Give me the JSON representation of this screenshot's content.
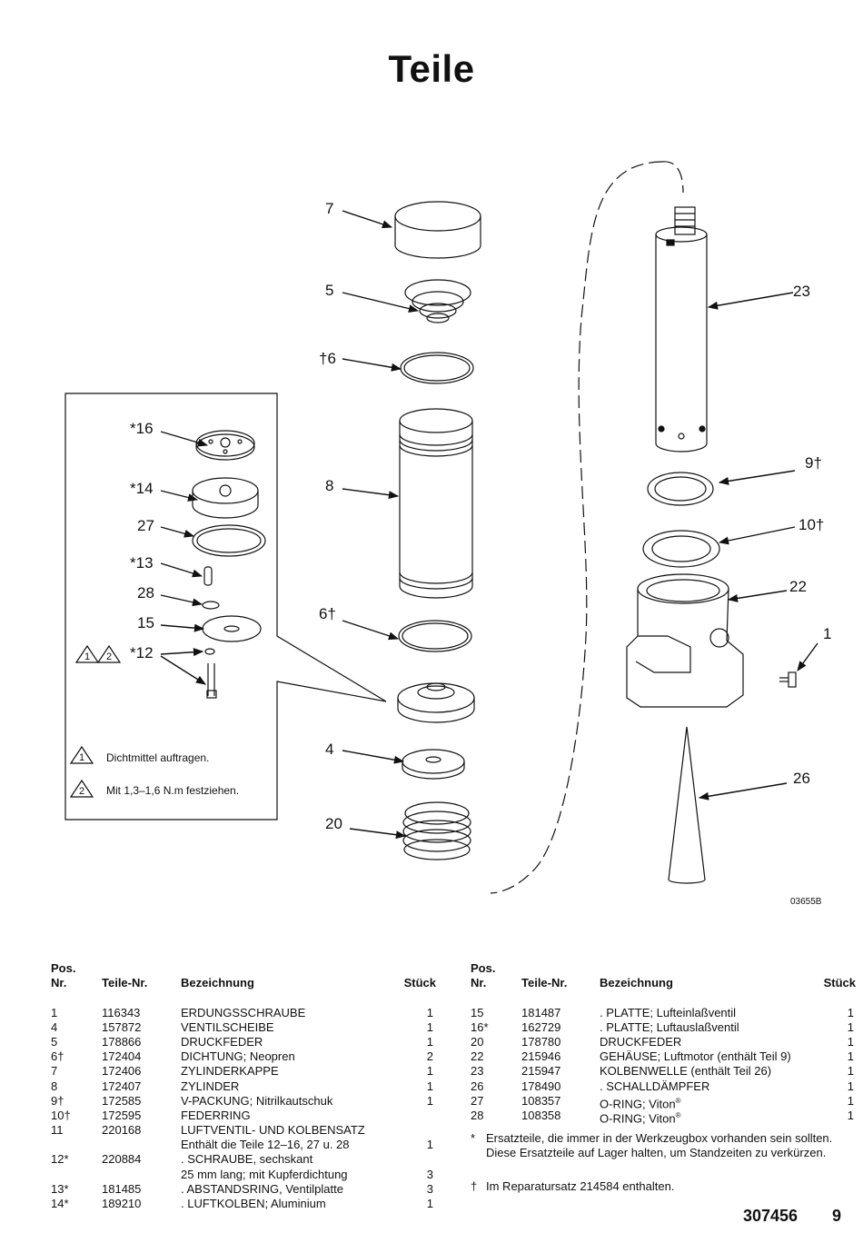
{
  "page_title": "Teile",
  "drawing": {
    "figure_id": "03655B",
    "callouts": {
      "c7": "7",
      "c5": "5",
      "c6a": "†6",
      "c8": "8",
      "c6b": "6†",
      "c4": "4",
      "c20": "20",
      "c23": "23",
      "c9": "9†",
      "c10": "10†",
      "c22": "22",
      "c1": "1",
      "c26": "26",
      "c16": "*16",
      "c14": "*14",
      "c27": "27",
      "c13": "*13",
      "c28": "28",
      "c15": "15",
      "c12": "*12"
    },
    "detail_notes": [
      {
        "symbol": "1",
        "text": "Dichtmittel auftragen."
      },
      {
        "symbol": "2",
        "text": "Mit 1,3–1,6 N.m festziehen."
      }
    ]
  },
  "table_headers": {
    "pos_line1": "Pos.",
    "pos_line2": "Nr.",
    "part_no": "Teile-Nr.",
    "description": "Bezeichnung",
    "qty": "Stück"
  },
  "left_rows": [
    {
      "pos": "1",
      "nr": "116343",
      "desc": "ERDUNGSSCHRAUBE",
      "qty": "1"
    },
    {
      "pos": "4",
      "nr": "157872",
      "desc": "VENTILSCHEIBE",
      "qty": "1"
    },
    {
      "pos": "5",
      "nr": "178866",
      "desc": "DRUCKFEDER",
      "qty": "1"
    },
    {
      "pos": "6†",
      "nr": "172404",
      "desc": "DICHTUNG; Neopren",
      "qty": "2"
    },
    {
      "pos": "7",
      "nr": "172406",
      "desc": "ZYLINDERKAPPE",
      "qty": "1"
    },
    {
      "pos": "8",
      "nr": "172407",
      "desc": "ZYLINDER",
      "qty": "1"
    },
    {
      "pos": "9†",
      "nr": "172585",
      "desc": "V-PACKUNG; Nitrilkautschuk",
      "qty": "1"
    },
    {
      "pos": "10†",
      "nr": "172595",
      "desc": "FEDERRING",
      "qty": ""
    },
    {
      "pos": "11",
      "nr": "220168",
      "desc": "LUFTVENTIL- UND KOLBENSATZ",
      "qty": ""
    },
    {
      "pos": "",
      "nr": "",
      "desc": "Enthält die Teile 12–16, 27 u. 28",
      "qty": "1"
    },
    {
      "pos": "12*",
      "nr": "220884",
      "desc": ".  SCHRAUBE, sechskant",
      "qty": ""
    },
    {
      "pos": "",
      "nr": "",
      "desc": "   25 mm lang; mit Kupferdichtung",
      "qty": "3"
    },
    {
      "pos": "13*",
      "nr": "181485",
      "desc": ".  ABSTANDSRING, Ventilplatte",
      "qty": "3"
    },
    {
      "pos": "14*",
      "nr": "189210",
      "desc": ".  LUFTKOLBEN; Aluminium",
      "qty": "1"
    }
  ],
  "right_rows": [
    {
      "pos": "15",
      "nr": "181487",
      "desc": ".  PLATTE; Lufteinlaßventil",
      "qty": "1"
    },
    {
      "pos": "16*",
      "nr": "162729",
      "desc": ".  PLATTE; Luftauslaßventil",
      "qty": "1"
    },
    {
      "pos": "20",
      "nr": "178780",
      "desc": "DRUCKFEDER",
      "qty": "1"
    },
    {
      "pos": "22",
      "nr": "215946",
      "desc": "GEHÄUSE; Luftmotor (enthält Teil 9)",
      "qty": "1"
    },
    {
      "pos": "23",
      "nr": "215947",
      "desc": "KOLBENWELLE (enthält Teil 26)",
      "qty": "1"
    },
    {
      "pos": "26",
      "nr": "178490",
      "desc": ". SCHALLDÄMPFER",
      "qty": "1"
    },
    {
      "pos": "27",
      "nr": "108357",
      "desc": "O-RING; Viton",
      "sup": "®",
      "qty": "1"
    },
    {
      "pos": "28",
      "nr": "108358",
      "desc": "O-RING; Viton",
      "sup": "®",
      "qty": "1"
    }
  ],
  "footnotes": {
    "star_symbol": "*",
    "star_line1": "Ersatzteile, die immer in der Werkzeugbox vorhanden sein sollten.",
    "star_line2": "Diese Ersatzteile auf Lager halten, um Standzeiten zu verkürzen.",
    "dagger_symbol": "†",
    "dagger_text": "Im Reparatursatz 214584 enthalten."
  },
  "footer": {
    "doc_number": "307456",
    "page_number": "9"
  }
}
